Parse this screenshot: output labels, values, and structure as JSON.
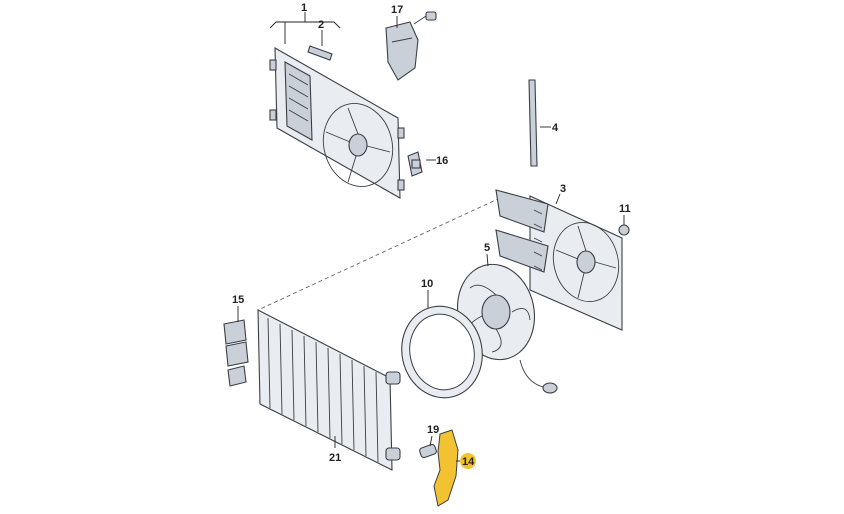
{
  "diagram": {
    "highlight_color": "#f2c230",
    "labels": {
      "p1": "1",
      "p2": "2",
      "p3": "3",
      "p4": "4",
      "p5": "5",
      "p10": "10",
      "p11": "11",
      "p14": "14",
      "p15": "15",
      "p16": "16",
      "p17": "17",
      "p19": "19",
      "p21": "21"
    }
  }
}
